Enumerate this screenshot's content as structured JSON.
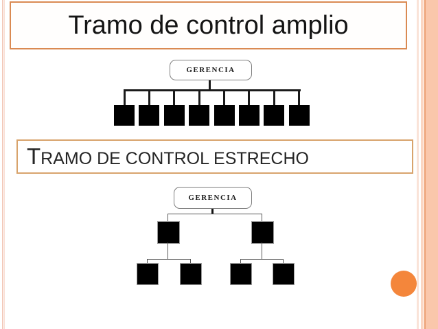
{
  "slide": {
    "title_wide": "Tramo de control amplio",
    "title_narrow": "TRAMO DE CONTROL ESTRECHO"
  },
  "diagram_wide": {
    "description": "wide span of control org chart",
    "root_label": "GERENCIA",
    "subordinate_count": 8
  },
  "diagram_narrow": {
    "description": "narrow span of control org chart",
    "root_label": "GERENCIA",
    "level2_count": 2,
    "level3_per_branch": 2
  },
  "colors": {
    "title_border": "#DA8A52",
    "subtitle_border": "#D8A36C",
    "side_bar": "#FAC7AB",
    "side_bar_line": "#EC9F73",
    "accent_circle": "#F4863B",
    "node_fill": "#000000"
  }
}
